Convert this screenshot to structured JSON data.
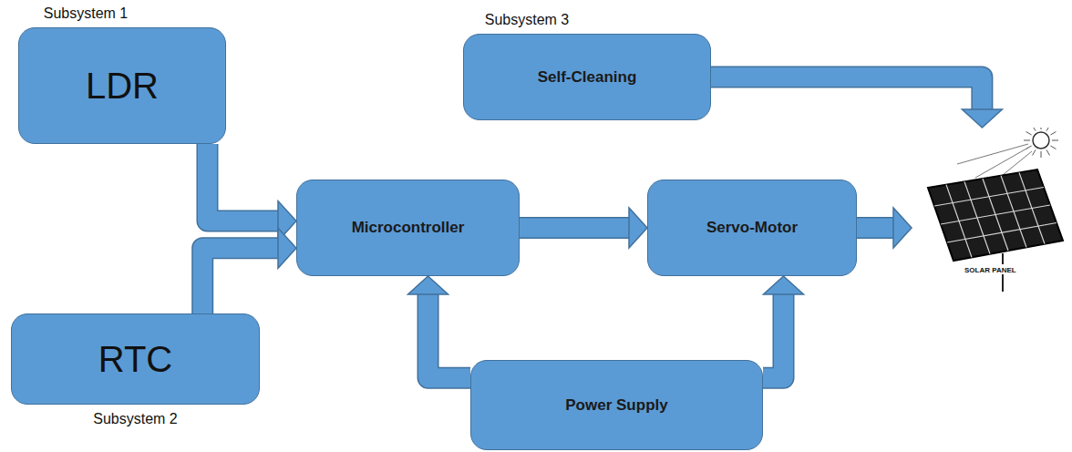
{
  "diagram": {
    "nodes": [
      {
        "text": [
          "Subsystem 1",
          "LDR"
        ]
      },
      {
        "text": [
          "Subsystem 3",
          "Self-Cleaning"
        ]
      },
      {
        "text": [
          "Microcontroller"
        ]
      },
      {
        "text": [
          "Servo-Motor"
        ]
      },
      {
        "text": [
          "SOLAR PANEL"
        ]
      },
      {
        "text": [
          "RTC",
          "Subsystem 2"
        ]
      },
      {
        "text": [
          "Power Supply"
        ]
      }
    ],
    "edges": [
      {
        "from": 0,
        "to": 2,
        "arrow": "to"
      },
      {
        "from": 5,
        "to": 2,
        "arrow": "to"
      },
      {
        "from": 2,
        "to": 3,
        "arrow": "to"
      },
      {
        "from": 3,
        "to": 4,
        "arrow": "to"
      },
      {
        "from": 1,
        "to": 4,
        "arrow": "to"
      },
      {
        "from": 6,
        "to": 2,
        "arrow": "to"
      },
      {
        "from": 6,
        "to": 3,
        "arrow": "to"
      }
    ]
  }
}
